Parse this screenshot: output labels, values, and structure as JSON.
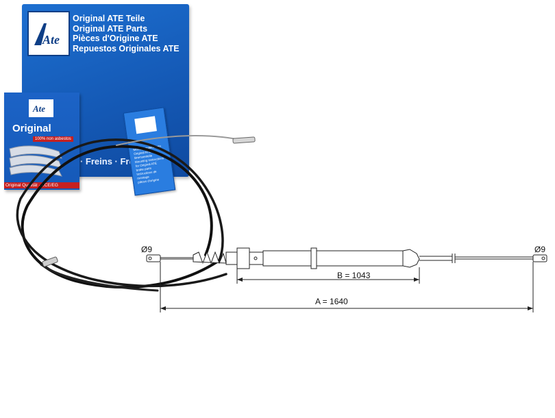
{
  "package_large": {
    "logo_text": "Ate",
    "lines": [
      "Original ATE Teile",
      "Original ATE Parts",
      "Pièces d'Origine ATE",
      "Repuestos Originales ATE"
    ],
    "strip_text": "Brakes · Freins · Frenos"
  },
  "package_small": {
    "logo_text": "Ate",
    "title": "Original",
    "badge": "100% non asbestos",
    "quality": "Original Qualität · ECE/EG"
  },
  "booklet": {
    "lines": [
      "Montageanleitungen",
      "Original ATE",
      "Bremsenteile",
      "Mounting instructions",
      "for Original ATE",
      "brake parts",
      "Instructions de montage",
      "pièces d'origine"
    ]
  },
  "drawing": {
    "left_end": "Ø9",
    "right_end": "Ø9",
    "dim_b": "B = 1043",
    "dim_a": "A = 1640"
  },
  "colors": {
    "ate_blue": "#1559b8",
    "ate_red": "#c62020",
    "line": "#222222"
  }
}
